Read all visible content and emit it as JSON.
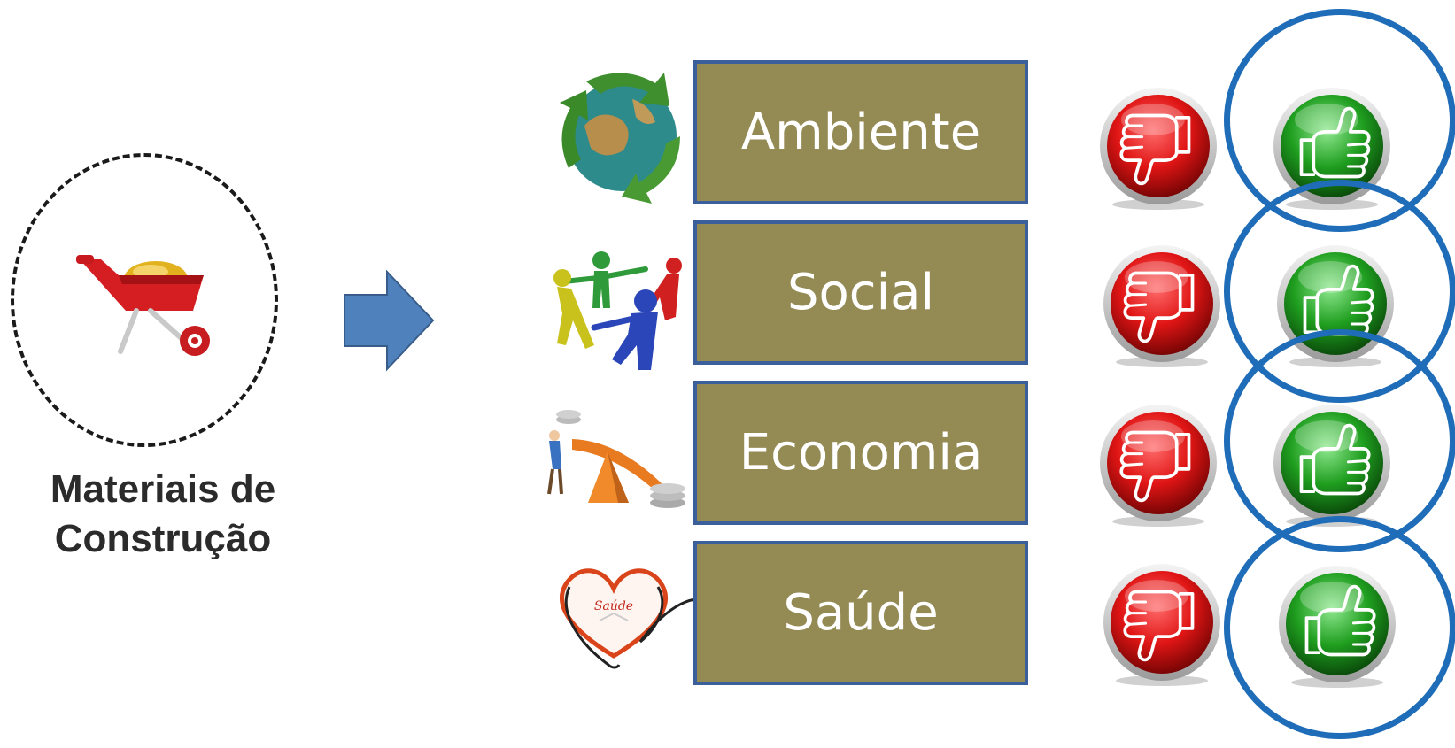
{
  "source": {
    "label": "Materiais de\nConstrução",
    "icon": "wheelbarrow-icon"
  },
  "arrow": {
    "icon": "right-arrow-icon",
    "color": "#4f81bd"
  },
  "categories": [
    {
      "label": "Ambiente",
      "icon": "recycle-globe-icon"
    },
    {
      "label": "Social",
      "icon": "people-circle-icon"
    },
    {
      "label": "Economia",
      "icon": "seesaw-coins-icon"
    },
    {
      "label": "Saúde",
      "icon": "heart-stethoscope-icon",
      "icon_text": "Saúde"
    }
  ],
  "ratings": {
    "negative_icon": "thumbs-down-icon",
    "positive_icon": "thumbs-up-icon",
    "selected": "positive"
  },
  "colors": {
    "box_fill": "#948a54",
    "box_border": "#3b5f9a",
    "ring": "#1f6db8",
    "negative": "#d61a1a",
    "positive": "#2aa52a"
  }
}
